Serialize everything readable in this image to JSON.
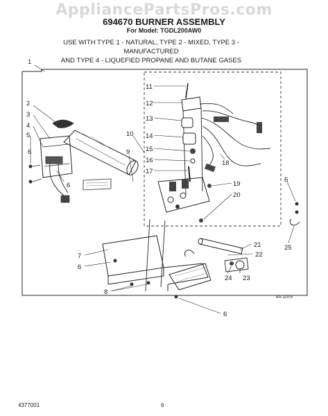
{
  "watermark": "AppliancePartsPros.com",
  "title": "694670 BURNER ASSEMBLY",
  "model": "For Model: TGDL200AW0",
  "usage": {
    "line1": "USE WITH TYPE 1 - NATURAL, TYPE 2 - MIXED, TYPE 3 - MANUFACTURED",
    "line2": "AND TYPE 4 - LIQUEFIED PROPANE AND BUTANE GASES"
  },
  "callouts": [
    "1",
    "2",
    "3",
    "4",
    "5",
    "6",
    "6",
    "6",
    "6",
    "6",
    "7",
    "8",
    "9",
    "10",
    "11",
    "12",
    "13",
    "14",
    "15",
    "16",
    "17",
    "18",
    "19",
    "20",
    "21",
    "22",
    "23",
    "24",
    "25"
  ],
  "diagram_code": "8A-110-5",
  "footer": {
    "doc_number": "4377001",
    "page": "6"
  }
}
